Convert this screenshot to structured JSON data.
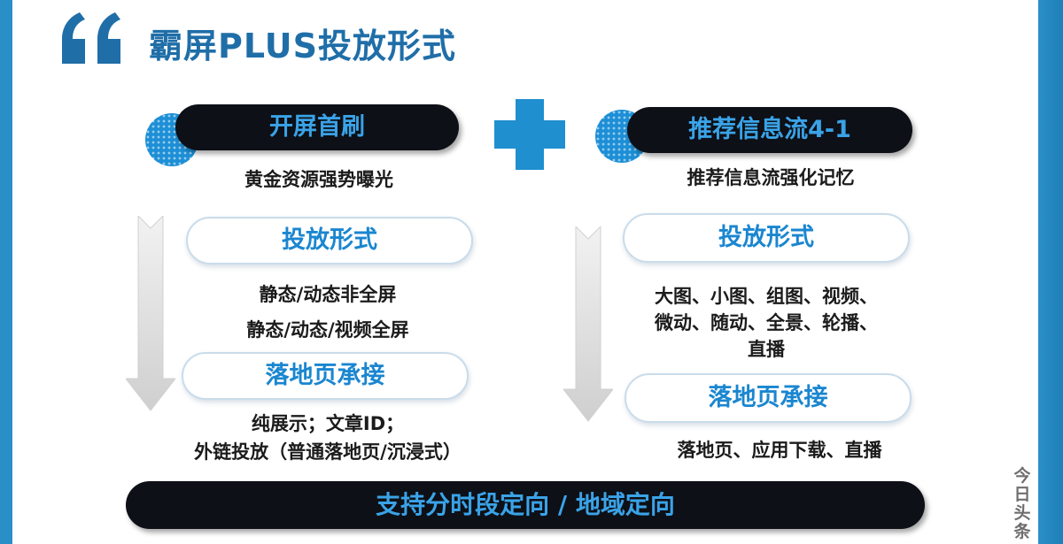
{
  "slide": {
    "title": "霸屏PLUS投放形式",
    "left": {
      "header": "开屏首刷",
      "tagline": "黄金资源强势曝光",
      "format_label": "投放形式",
      "formats": [
        "静态/动态非全屏",
        "静态/动态/视频全屏"
      ],
      "landing_label": "落地页承接",
      "landing_lines": [
        "纯展示；文章ID；",
        "外链投放（普通落地页/沉浸式）"
      ]
    },
    "right": {
      "header": "推荐信息流4-1",
      "tagline": "推荐信息流强化记忆",
      "format_label": "投放形式",
      "formats": [
        "大图、小图、组图、视频、",
        "微动、随动、全景、轮播、",
        "直播"
      ],
      "landing_label": "落地页承接",
      "landing_lines": [
        "落地页、应用下载、直播"
      ]
    },
    "footer": "支持分时段定向 / 地域定向",
    "watermark": "今日头条"
  },
  "colors": {
    "frame_blue": "#2b8fc7",
    "title_blue": "#1f6ea8",
    "accent_blue": "#3aa3e8",
    "pill_dark": "#0d1016",
    "plus_blue": "#1f8fd0"
  },
  "icons": {
    "quote": "opening-quote-icon",
    "plus": "plus-icon",
    "arrow": "down-arrow-icon",
    "dots": "dotted-circle-icon"
  }
}
